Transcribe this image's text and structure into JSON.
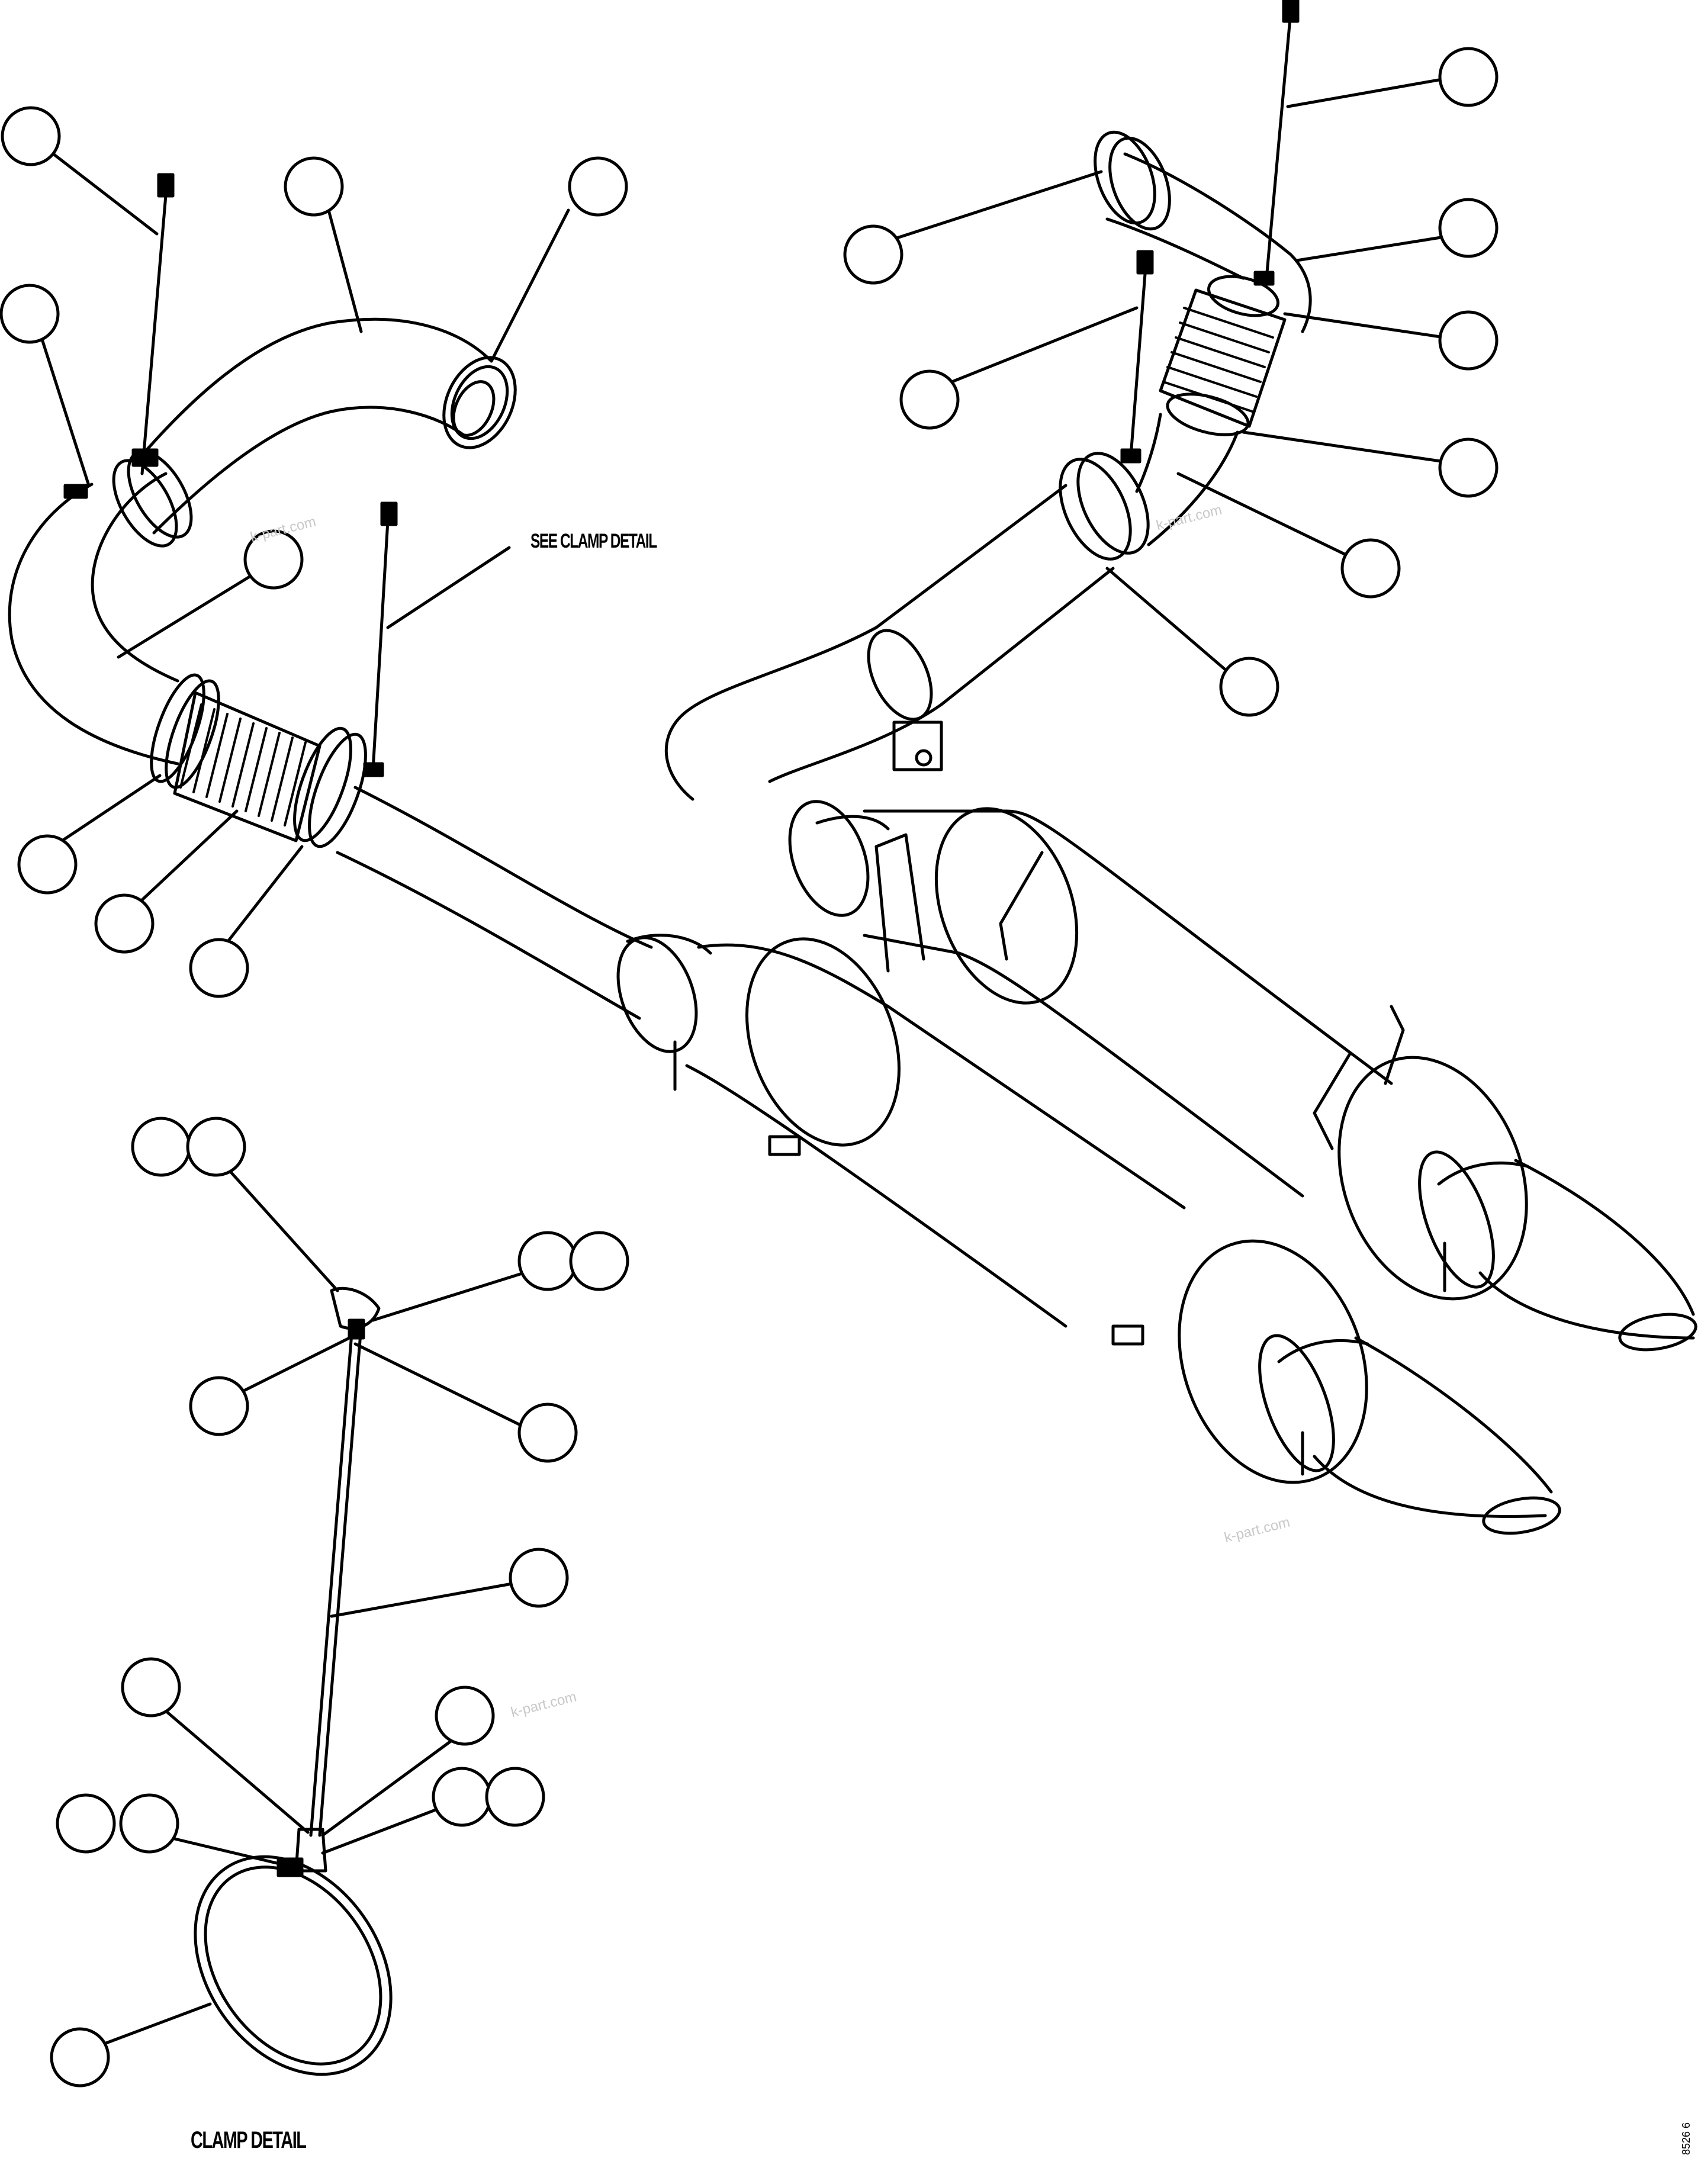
{
  "labels": {
    "see_clamp_detail": "SEE CLAMP DETAIL",
    "clamp_detail": "CLAMP DETAIL"
  },
  "watermarks": [
    "k-part.com",
    "k-part.com",
    "k-part.com",
    "k-part.com"
  ],
  "document_number": "8526 6",
  "colors": {
    "line": "#000000",
    "background": "#ffffff",
    "watermark": "#c8c8c8"
  }
}
